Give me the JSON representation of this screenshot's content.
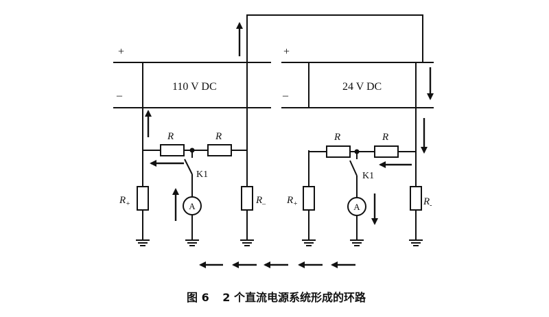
{
  "diagram": {
    "left_system": {
      "bus_plus": "+",
      "bus_minus": "–",
      "source_label": "110 V DC",
      "resistor_left": "R",
      "resistor_right": "R",
      "switch": "K1",
      "ammeter": "A",
      "r_plus": "R",
      "r_plus_sub": "+",
      "r_minus": "R",
      "r_minus_sub": "–"
    },
    "right_system": {
      "bus_plus": "+",
      "bus_minus": "–",
      "source_label": "24 V DC",
      "resistor_left": "R",
      "resistor_right": "R",
      "switch": "K1",
      "ammeter": "A",
      "r_plus": "R",
      "r_plus_sub": "+",
      "r_minus": "R",
      "r_minus_sub": "-"
    },
    "caption": {
      "figure": "图 6",
      "text": "2 个直流电源系统形成的环路"
    }
  }
}
